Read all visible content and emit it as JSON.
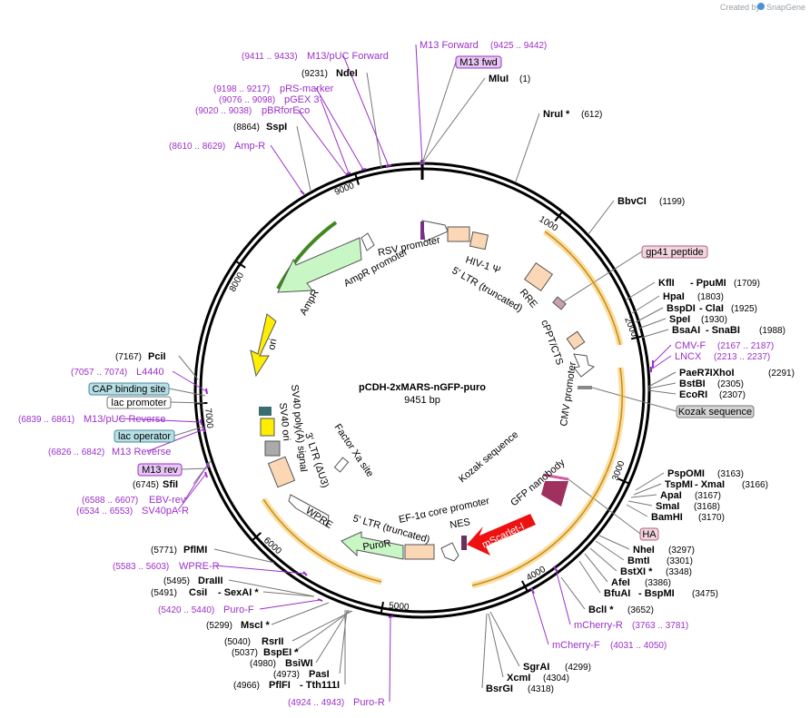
{
  "credit": {
    "prefix": "Created by",
    "brand": "SnapGene"
  },
  "plasmid": {
    "name": "pCDH-2xMARS-nGFP-puro",
    "length_label": "9451 bp"
  },
  "ticks": [
    "1000",
    "2000",
    "3000",
    "4000",
    "5000",
    "6000",
    "7000",
    "8000",
    "9000"
  ],
  "enzymes": [
    {
      "name": "MluI",
      "pos": "(1)"
    },
    {
      "name": "NruI *",
      "pos": "(612)"
    },
    {
      "name": "BbvCI",
      "pos": "(1199)"
    },
    {
      "name": "KflI",
      "name2": "- PpuMI",
      "pos": "(1709)"
    },
    {
      "name": "HpaI",
      "pos": "(1803)"
    },
    {
      "name": "BspDI",
      "name2": "- ClaI",
      "pos": "(1925)"
    },
    {
      "name": "SpeI",
      "pos": "(1930)"
    },
    {
      "name": "BsaAI",
      "name2": "- SnaBI",
      "pos": "(1988)"
    },
    {
      "name": "PaeR7I",
      "name2": "- XhoI",
      "pos": "(2291)"
    },
    {
      "name": "BstBI",
      "pos": "(2305)"
    },
    {
      "name": "EcoRI",
      "pos": "(2307)"
    },
    {
      "name": "PspOMI",
      "pos": "(3163)"
    },
    {
      "name": "TspMI",
      "name2": "- XmaI",
      "pos": "(3166)"
    },
    {
      "name": "ApaI",
      "pos": "(3167)"
    },
    {
      "name": "SmaI",
      "pos": "(3168)"
    },
    {
      "name": "BamHI",
      "pos": "(3170)"
    },
    {
      "name": "NheI",
      "pos": "(3297)"
    },
    {
      "name": "BmtI",
      "pos": "(3301)"
    },
    {
      "name": "BstXI *",
      "pos": "(3348)"
    },
    {
      "name": "AfeI",
      "pos": "(3386)"
    },
    {
      "name": "BfuAI",
      "name2": "- BspMI",
      "pos": "(3475)"
    },
    {
      "name": "BclI *",
      "pos": "(3652)"
    },
    {
      "name": "SgrAI",
      "pos": "(4299)"
    },
    {
      "name": "XcmI",
      "pos": "(4304)"
    },
    {
      "name": "BsrGI",
      "pos": "(4318)"
    },
    {
      "name": "PflFI",
      "name2": "- Tth111I",
      "pos": "(4966)"
    },
    {
      "name": "PasI",
      "pos": "(4973)"
    },
    {
      "name": "BsiWI",
      "pos": "(4980)"
    },
    {
      "name": "BspEI *",
      "pos": "(5037)"
    },
    {
      "name": "RsrII",
      "pos": "(5040)"
    },
    {
      "name": "MscI *",
      "pos": "(5299)"
    },
    {
      "name": "CsiI",
      "name2": "- SexAI *",
      "pos": "(5491)"
    },
    {
      "name": "DraIII",
      "pos": "(5495)"
    },
    {
      "name": "PflMI",
      "pos": "(5771)"
    },
    {
      "name": "SfiI",
      "pos": "(6745)"
    },
    {
      "name": "PciI",
      "pos": "(7167)"
    },
    {
      "name": "SspI",
      "pos": "(8864)"
    },
    {
      "name": "NdeI",
      "pos": "(9231)"
    }
  ],
  "primers": [
    {
      "name": "M13 Forward",
      "pos": "(9425 .. 9442)"
    },
    {
      "name": "M13/pUC Forward",
      "pos": "(9411 .. 9433)"
    },
    {
      "name": "pRS-marker",
      "pos": "(9198 .. 9217)"
    },
    {
      "name": "pGEX 3'",
      "pos": "(9076 .. 9098)"
    },
    {
      "name": "pBRforEco",
      "pos": "(9020 .. 9038)"
    },
    {
      "name": "Amp-R",
      "pos": "(8610 .. 8629)"
    },
    {
      "name": "CMV-F",
      "pos": "(2167 .. 2187)"
    },
    {
      "name": "LNCX",
      "pos": "(2213 .. 2237)"
    },
    {
      "name": "mCherry-R",
      "pos": "(3763 .. 3781)"
    },
    {
      "name": "mCherry-F",
      "pos": "(4031 .. 4050)"
    },
    {
      "name": "Puro-R",
      "pos": "(4924 .. 4943)"
    },
    {
      "name": "Puro-F",
      "pos": "(5420 .. 5440)"
    },
    {
      "name": "WPRE-R",
      "pos": "(5583 .. 5603)"
    },
    {
      "name": "L4440",
      "pos": "(7057 .. 7074)"
    },
    {
      "name": "M13/pUC Reverse",
      "pos": "(6839 .. 6861)"
    },
    {
      "name": "M13 Reverse",
      "pos": "(6826 .. 6842)"
    },
    {
      "name": "EBV-rev",
      "pos": "(6588 .. 6607)"
    },
    {
      "name": "SV40pA-R",
      "pos": "(6534 .. 6553)"
    }
  ],
  "boxed_labels": [
    "M13 fwd",
    "gp41 peptide",
    "Kozak sequence",
    "HA",
    "CAP binding site",
    "lac promoter",
    "lac operator",
    "M13 rev"
  ],
  "features": [
    "RSV promoter",
    "HIV-1 Ψ",
    "5' LTR (truncated)",
    "RRE",
    "cPPT/CTS",
    "CMV promoter",
    "AmpR promoter",
    "AmpR",
    "ori",
    "SV40 poly(A) signal",
    "SV40 ori",
    "3' LTR (ΔU3)",
    "Factor Xa site",
    "Kozak sequence",
    "GFP nanobody",
    "mScarlet-I",
    "NES",
    "EF-1α core promoter",
    "5' LTR (truncated)",
    "PuroR",
    "WPRE"
  ],
  "colors": {
    "primer": "#9b30c8",
    "orf_highlight": "#f6c24f",
    "ampr": "#c8f7c5",
    "ori": "#ffee00",
    "mscarlet": "#ee0000",
    "gfp_nanobody": "#a03060",
    "ltr": "#fbd7b6"
  }
}
